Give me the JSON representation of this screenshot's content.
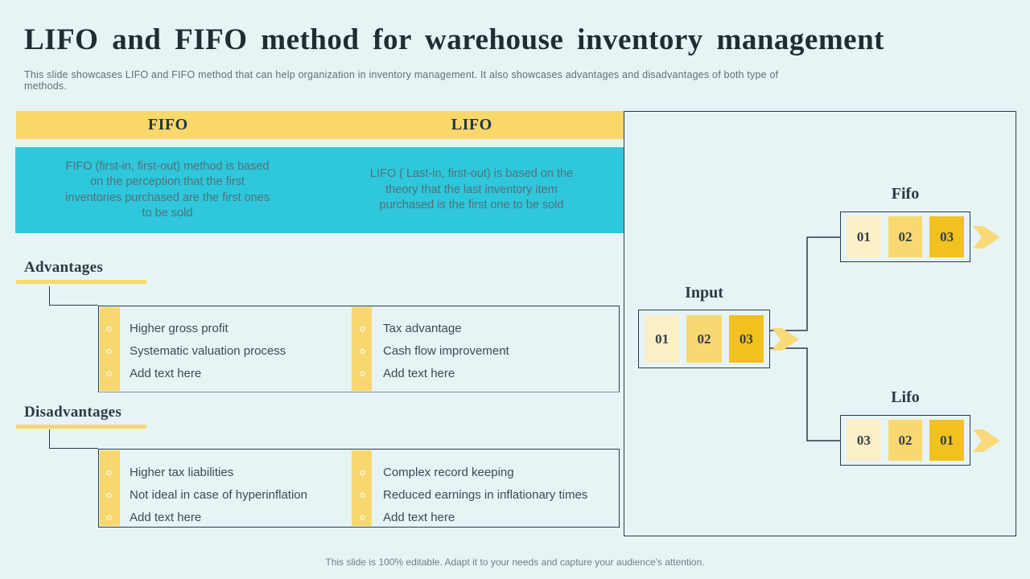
{
  "slide": {
    "title": "LIFO and FIFO method for warehouse inventory management",
    "subtitle": "This slide showcases LIFO and FIFO  method that can help organization in inventory management. It also showcases advantages and disadvantages of both type of methods.",
    "footer": "This slide is 100% editable. Adapt it to your needs and capture your audience's attention."
  },
  "comparison": {
    "columns": [
      {
        "header": "FIFO",
        "description": "FIFO (first-in, first-out) method is based on the perception that the first inventories purchased are the first ones to be sold"
      },
      {
        "header": "LIFO",
        "description": "LIFO ( Last-in, first-out) is based on the theory that the last inventory item purchased is the first one to be sold"
      }
    ]
  },
  "advantages": {
    "heading": "Advantages",
    "fifo_items": [
      "Higher gross profit",
      "Systematic valuation process",
      "Add text here"
    ],
    "lifo_items": [
      "Tax advantage",
      "Cash flow improvement",
      "Add text here"
    ]
  },
  "disadvantages": {
    "heading": "Disadvantages",
    "fifo_items": [
      "Higher tax liabilities",
      "Not ideal in case of hyperinflation",
      "Add text here"
    ],
    "lifo_items": [
      "Complex record keeping",
      "Reduced earnings in inflationary times",
      "Add text here"
    ]
  },
  "diagram": {
    "input_label": "Input",
    "fifo_label": "Fifo",
    "lifo_label": "Lifo",
    "input_cells": [
      "01",
      "02",
      "03"
    ],
    "fifo_cells": [
      "01",
      "02",
      "03"
    ],
    "lifo_cells": [
      "03",
      "02",
      "01"
    ]
  },
  "icons": {
    "chevron": "chevron-right-icon",
    "bullet": "circle-bullet-icon"
  },
  "colors": {
    "background": "#e7f4f6",
    "accent_yellow": "#f9d869",
    "accent_cyan": "#2fc7db",
    "cell_light": "#fbefc7",
    "cell_medium": "#f8d870",
    "cell_dark": "#f2c120",
    "chevron_gold": "#f8da78",
    "line_dark": "#2b3a44",
    "title_text": "#1f2d33",
    "muted_text": "#5e7076"
  }
}
